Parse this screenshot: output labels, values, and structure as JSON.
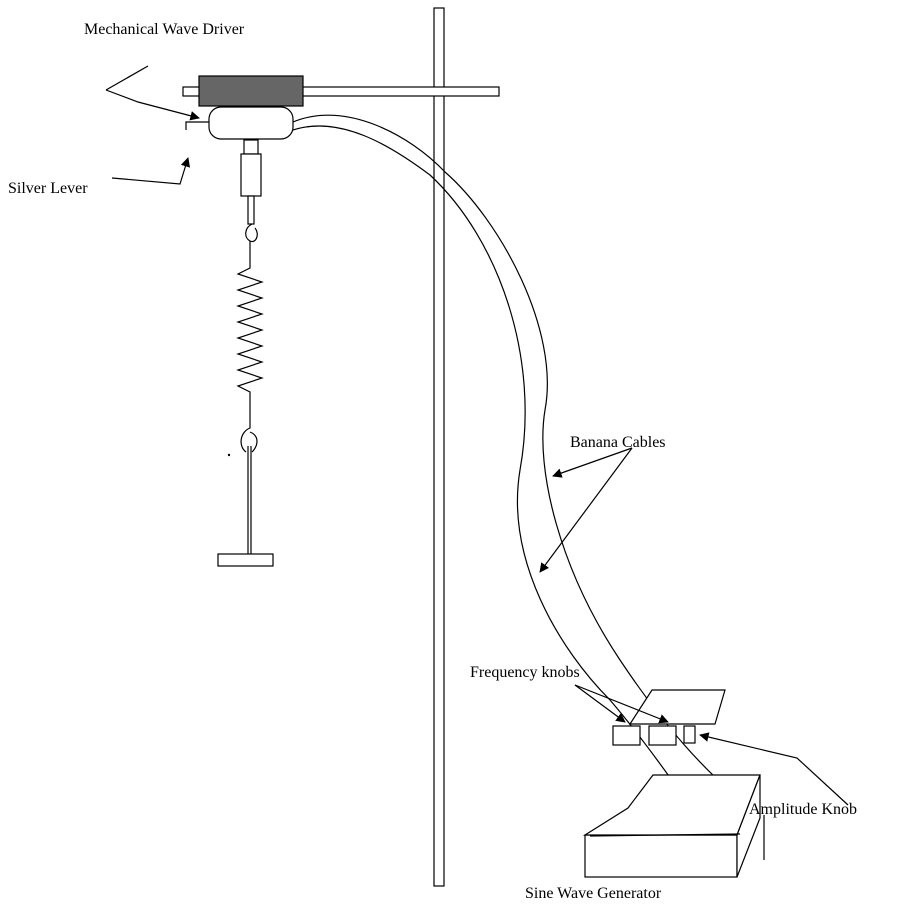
{
  "labels": {
    "wave_driver": "Mechanical Wave Driver",
    "silver_lever": "Silver Lever",
    "banana_cables": "Banana Cables",
    "frequency_knobs": "Frequency knobs",
    "amplitude_knob": "Amplitude Knob",
    "sine_wave_generator": "Sine Wave Generator"
  },
  "colors": {
    "line": "#000000",
    "driver_body": "#666666",
    "background": "#ffffff"
  }
}
